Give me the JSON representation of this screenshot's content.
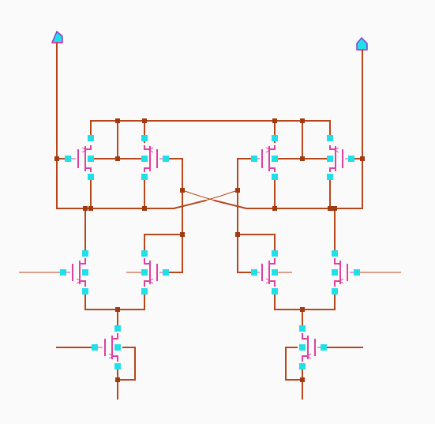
{
  "colors": {
    "background": "#fafafa",
    "wire": "#b5471a",
    "device": "#e040a0",
    "pin": "#1fe0e8",
    "junction": "#a03a10",
    "port_outline": "#8a3ad0"
  },
  "icons": {
    "output_port_left": "pentagon-port-icon",
    "output_port_right": "pentagon-port-icon"
  },
  "components": {
    "pmos_count": 4,
    "nmos_input_count": 4,
    "nmos_tail_count": 2
  }
}
